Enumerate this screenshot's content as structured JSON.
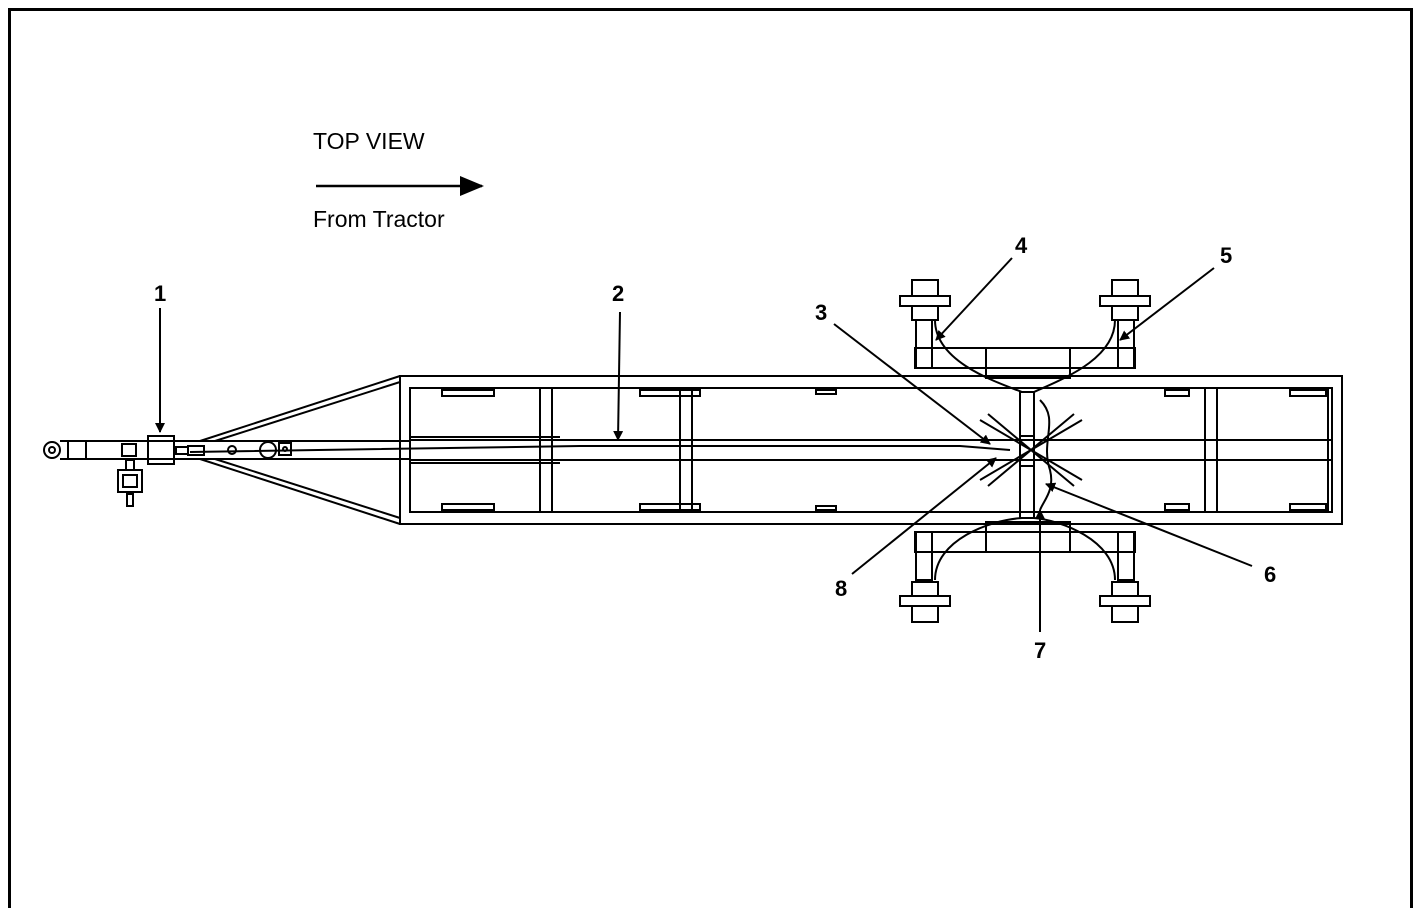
{
  "diagram": {
    "title": "TOP VIEW",
    "direction_label": "From Tractor",
    "callouts": [
      "1",
      "2",
      "3",
      "4",
      "5",
      "6",
      "7",
      "8"
    ]
  }
}
